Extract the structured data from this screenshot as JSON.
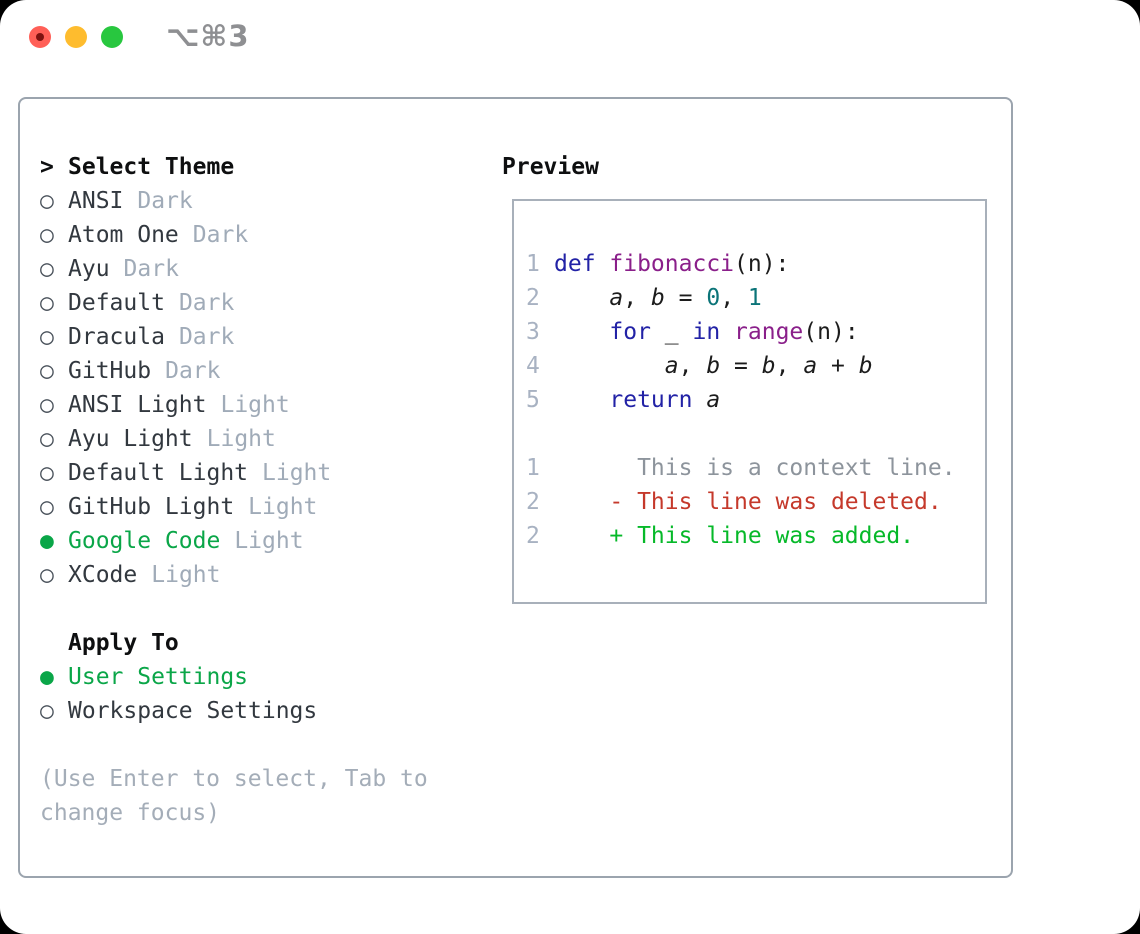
{
  "window": {
    "title": "⌥⌘3"
  },
  "titlebar": {
    "buttons": [
      {
        "name": "close-button"
      },
      {
        "name": "minimize-button"
      },
      {
        "name": "zoom-button"
      }
    ]
  },
  "theme_selector": {
    "prompt": ">",
    "header": "Select Theme",
    "items": [
      {
        "bullet": "○",
        "name": "ANSI",
        "variant": "Dark",
        "selected": false
      },
      {
        "bullet": "○",
        "name": "Atom One",
        "variant": "Dark",
        "selected": false
      },
      {
        "bullet": "○",
        "name": "Ayu",
        "variant": "Dark",
        "selected": false
      },
      {
        "bullet": "○",
        "name": "Default",
        "variant": "Dark",
        "selected": false
      },
      {
        "bullet": "○",
        "name": "Dracula",
        "variant": "Dark",
        "selected": false
      },
      {
        "bullet": "○",
        "name": "GitHub",
        "variant": "Dark",
        "selected": false
      },
      {
        "bullet": "○",
        "name": "ANSI Light",
        "variant": "Light",
        "selected": false
      },
      {
        "bullet": "○",
        "name": "Ayu Light",
        "variant": "Light",
        "selected": false
      },
      {
        "bullet": "○",
        "name": "Default Light",
        "variant": "Light",
        "selected": false
      },
      {
        "bullet": "○",
        "name": "GitHub Light",
        "variant": "Light",
        "selected": false
      },
      {
        "bullet": "●",
        "name": "Google Code",
        "variant": "Light",
        "selected": true
      },
      {
        "bullet": "○",
        "name": "XCode",
        "variant": "Light",
        "selected": false
      }
    ]
  },
  "apply_to": {
    "header": "Apply To",
    "options": [
      {
        "bullet": "●",
        "label": "User Settings",
        "selected": true
      },
      {
        "bullet": "○",
        "label": "Workspace Settings",
        "selected": false
      }
    ]
  },
  "help": {
    "line1": "(Use Enter to select, Tab to",
    "line2": "change focus)"
  },
  "preview": {
    "header": "Preview",
    "code_lines": [
      {
        "num": "1",
        "tokens": [
          {
            "text": "def ",
            "type": "keyword"
          },
          {
            "text": "fibonacci",
            "type": "function"
          },
          {
            "text": "(n):",
            "type": "plain"
          }
        ]
      },
      {
        "num": "2",
        "tokens": [
          {
            "text": "    ",
            "type": "plain"
          },
          {
            "text": "a",
            "type": "variable"
          },
          {
            "text": ", ",
            "type": "plain"
          },
          {
            "text": "b",
            "type": "variable"
          },
          {
            "text": " = ",
            "type": "plain"
          },
          {
            "text": "0",
            "type": "number"
          },
          {
            "text": ", ",
            "type": "plain"
          },
          {
            "text": "1",
            "type": "number"
          }
        ]
      },
      {
        "num": "3",
        "tokens": [
          {
            "text": "    ",
            "type": "plain"
          },
          {
            "text": "for",
            "type": "keyword"
          },
          {
            "text": " _ ",
            "type": "plain"
          },
          {
            "text": "in",
            "type": "keyword"
          },
          {
            "text": " ",
            "type": "plain"
          },
          {
            "text": "range",
            "type": "function"
          },
          {
            "text": "(n):",
            "type": "plain"
          }
        ]
      },
      {
        "num": "4",
        "tokens": [
          {
            "text": "        ",
            "type": "plain"
          },
          {
            "text": "a",
            "type": "variable"
          },
          {
            "text": ", ",
            "type": "plain"
          },
          {
            "text": "b",
            "type": "variable"
          },
          {
            "text": " = ",
            "type": "plain"
          },
          {
            "text": "b",
            "type": "variable"
          },
          {
            "text": ", ",
            "type": "plain"
          },
          {
            "text": "a",
            "type": "variable"
          },
          {
            "text": " + ",
            "type": "plain"
          },
          {
            "text": "b",
            "type": "variable"
          }
        ]
      },
      {
        "num": "5",
        "tokens": [
          {
            "text": "    ",
            "type": "plain"
          },
          {
            "text": "return",
            "type": "keyword"
          },
          {
            "text": " ",
            "type": "plain"
          },
          {
            "text": "a",
            "type": "variable"
          }
        ]
      }
    ],
    "diff_lines": [
      {
        "num": "1",
        "text": "      This is a context line.",
        "type": "context"
      },
      {
        "num": "2",
        "text": "    - This line was deleted.",
        "type": "deleted"
      },
      {
        "num": "2",
        "text": "    + This line was added.",
        "type": "added"
      }
    ]
  },
  "colors": {
    "tl_red": "#ff5f57",
    "tl_red_dot": "#7d1210",
    "tl_yellow": "#febc2e",
    "tl_green": "#28c73f",
    "title_gray": "#8e8f92",
    "panel_border": "#9ba4ae",
    "box_border": "#a8b0ba",
    "header_black": "#0e0f10",
    "item_text": "#32383f",
    "variant_gray": "#a0abb8",
    "bullet_gray": "#4b535c",
    "accent_green": "#0aa648",
    "help_gray": "#a4adb8",
    "linenum_gray": "#a8b2c2",
    "code_plain": "#1c1c1c",
    "keyword_blue": "#2222a6",
    "function_magenta": "#8a1f8a",
    "number_teal": "#0b7478",
    "context_gray": "#8d949c",
    "deleted_red": "#c5392b",
    "added_green": "#06b929"
  }
}
